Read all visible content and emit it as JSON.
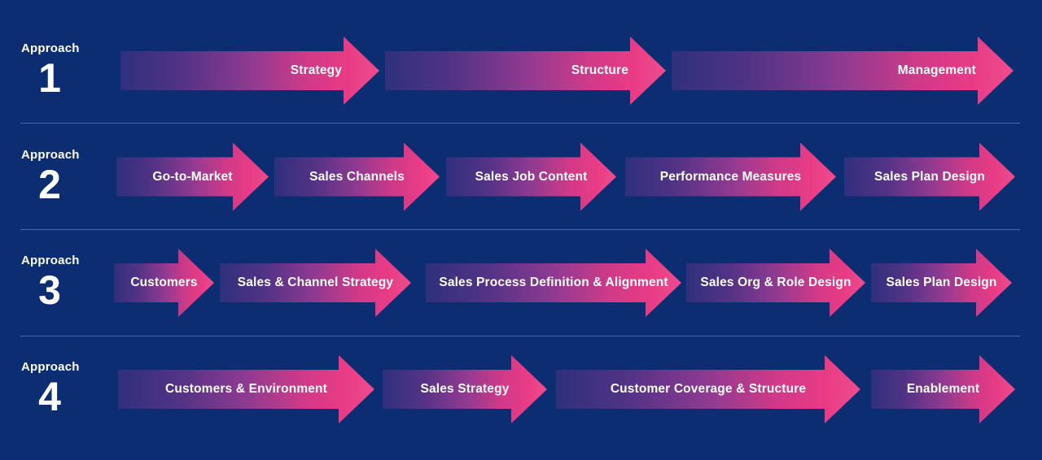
{
  "colors": {
    "background": "#0d2d73",
    "divider": "#3e6bb0",
    "arrow_gradient_start": "#2f307c",
    "arrow_gradient_mid": "#8f3a91",
    "arrow_gradient_end": "#ee4c8d",
    "text": "#ffffff"
  },
  "rows": [
    {
      "label": "Approach",
      "number": "1",
      "arrows": [
        {
          "label": "Strategy"
        },
        {
          "label": "Structure"
        },
        {
          "label": "Management"
        }
      ]
    },
    {
      "label": "Approach",
      "number": "2",
      "arrows": [
        {
          "label": "Go-to-Market"
        },
        {
          "label": "Sales Channels"
        },
        {
          "label": "Sales Job Content"
        },
        {
          "label": "Performance Measures"
        },
        {
          "label": "Sales Plan Design"
        }
      ]
    },
    {
      "label": "Approach",
      "number": "3",
      "arrows": [
        {
          "label": "Customers"
        },
        {
          "label": "Sales & Channel Strategy"
        },
        {
          "label": "Sales Process Definition & Alignment"
        },
        {
          "label": "Sales Org & Role Design"
        },
        {
          "label": "Sales Plan Design"
        }
      ]
    },
    {
      "label": "Approach",
      "number": "4",
      "arrows": [
        {
          "label": "Customers & Environment"
        },
        {
          "label": "Sales Strategy"
        },
        {
          "label": "Customer Coverage & Structure"
        },
        {
          "label": "Enablement"
        }
      ]
    }
  ]
}
